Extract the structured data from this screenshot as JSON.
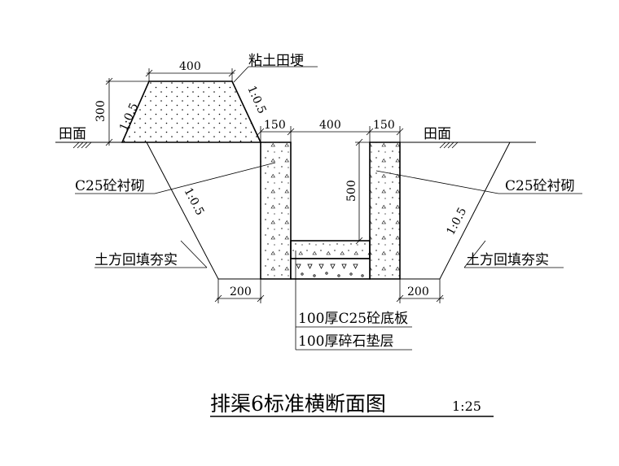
{
  "labels": {
    "dike": "粘土田埂",
    "field_left": "田面",
    "field_right": "田面",
    "lining_left": "C25砼衬砌",
    "lining_right": "C25砼衬砌",
    "backfill_left": "土方回填夯实",
    "backfill_right": "土方回填夯实",
    "base_slab": "100厚C25砼底板",
    "gravel": "100厚碎石垫层"
  },
  "dimensions": {
    "dike_top": "400",
    "dike_height": "300",
    "dike_slope_left": "1:0.5",
    "dike_slope_right": "1:0.5",
    "wall_left": "150",
    "channel_width": "400",
    "wall_right": "150",
    "channel_depth": "500",
    "slope_left": "1:0.5",
    "slope_right": "1:0.5",
    "toe_left": "200",
    "toe_right": "200"
  },
  "title": {
    "text": "排渠6标准横断面图",
    "scale": "1:25"
  }
}
